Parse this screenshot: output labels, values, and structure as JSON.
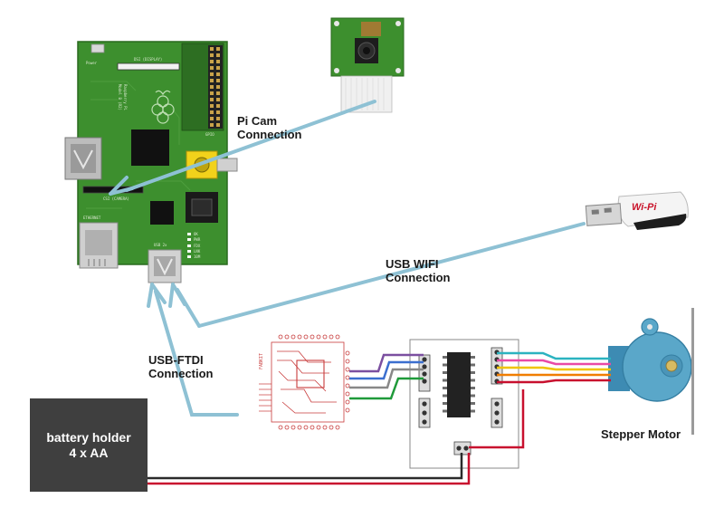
{
  "labels": {
    "picam": [
      "Pi Cam",
      "Connection"
    ],
    "usb_wifi": [
      "USB WIFI",
      "Connection"
    ],
    "usb_ftdi": [
      "USB-FTDI",
      "Connection"
    ],
    "stepper": "Stepper Motor",
    "battery": [
      "battery holder",
      "4 x AA"
    ]
  },
  "board_text": {
    "power": "Power",
    "display": "DSI (DISPLAY)",
    "csi": "CSI (CAMERA)",
    "ethernet": "ETHERNET",
    "usb": "USB 2x",
    "model": [
      "Raspberry Pi",
      "Model B (R2)"
    ],
    "gpio": "GPIO",
    "leds": [
      "OK",
      "PWR",
      "FDX",
      "LNK",
      "10M"
    ]
  },
  "dongle": {
    "brand": "Wi-Pi"
  },
  "colors": {
    "connector_line": "#8ec1d4",
    "pcb_green": "#3d8f2e",
    "pcb_border": "#2a6a1f",
    "battery_fill": "#3f3f3f",
    "wire_red": "#c8102e",
    "wire_dark": "#2a2a2a",
    "wire_purple": "#7b4fa0",
    "wire_blue": "#3b6fcf",
    "wire_green": "#1f9a3a",
    "wire_teal": "#2bb3c0",
    "wire_pink": "#e94aa6",
    "wire_yellow": "#f0c400",
    "wire_orange": "#f07d00",
    "motor_body": "#5aa7c9"
  }
}
